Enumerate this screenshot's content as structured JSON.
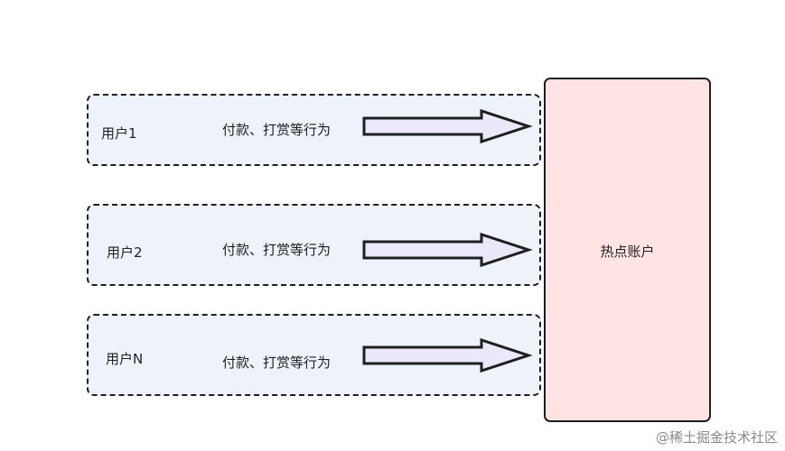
{
  "users": [
    {
      "name": "用户1",
      "action": "付款、打赏等行为"
    },
    {
      "name": "用户2",
      "action": "付款、打赏等行为"
    },
    {
      "name": "用户N",
      "action": "付款、打赏等行为"
    }
  ],
  "hot_account": {
    "label": "热点账户"
  },
  "watermark": "@稀土掘金技术社区",
  "colors": {
    "user_box_fill": "#eef3fb",
    "arrow_fill": "#ece8fb",
    "hot_account_fill": "#ffe4e3",
    "stroke": "#1f1f1f",
    "watermark_text": "#8a8a8a"
  }
}
